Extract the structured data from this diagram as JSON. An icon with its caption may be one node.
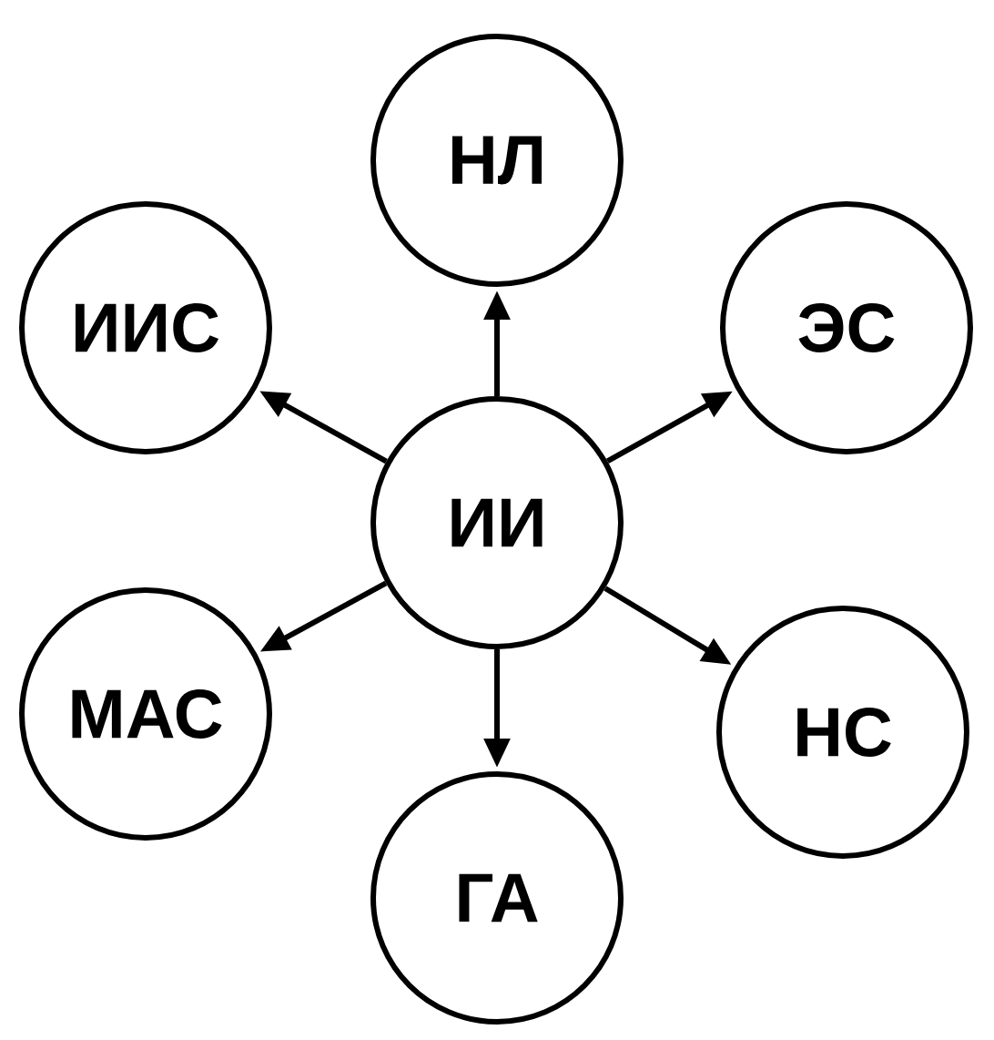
{
  "diagram": {
    "nodes": [
      {
        "text": [
          "НЛ"
        ]
      },
      {
        "text": [
          "ИИС"
        ]
      },
      {
        "text": [
          "ЭС"
        ]
      },
      {
        "text": [
          "ИИ"
        ]
      },
      {
        "text": [
          "МАС"
        ]
      },
      {
        "text": [
          "НС"
        ]
      },
      {
        "text": [
          "ГА"
        ]
      }
    ],
    "edges": [
      {
        "from": 3,
        "to": 0,
        "arrow": "to"
      },
      {
        "from": 3,
        "to": 1,
        "arrow": "to"
      },
      {
        "from": 3,
        "to": 2,
        "arrow": "to"
      },
      {
        "from": 3,
        "to": 4,
        "arrow": "to"
      },
      {
        "from": 3,
        "to": 5,
        "arrow": "to"
      },
      {
        "from": 3,
        "to": 6,
        "arrow": "to"
      }
    ]
  }
}
